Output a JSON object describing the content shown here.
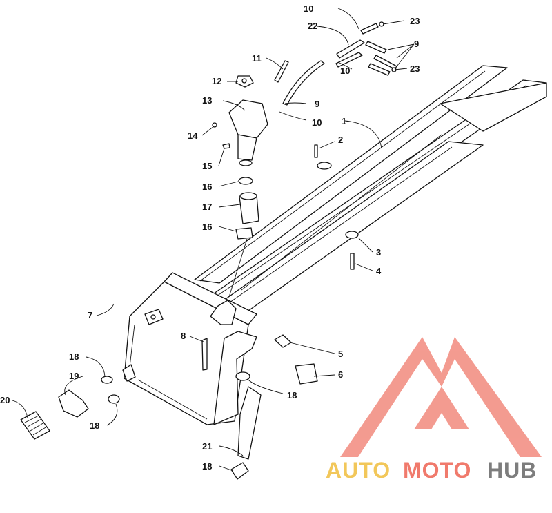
{
  "diagram": {
    "callouts": [
      "1",
      "2",
      "3",
      "4",
      "5",
      "6",
      "7",
      "8",
      "9",
      "9",
      "10",
      "10",
      "10",
      "11",
      "12",
      "13",
      "14",
      "15",
      "16",
      "16",
      "17",
      "18",
      "18",
      "18",
      "18",
      "19",
      "20",
      "21",
      "22",
      "23",
      "23"
    ]
  },
  "watermark": {
    "text_part1": "AUTO",
    "text_part2": "MOTO",
    "text_part3": "HUB",
    "colors": {
      "auto": "#f2c75a",
      "moto": "#f07a6c",
      "hub": "#7d7d7d",
      "logo": "#f07a6c"
    }
  }
}
